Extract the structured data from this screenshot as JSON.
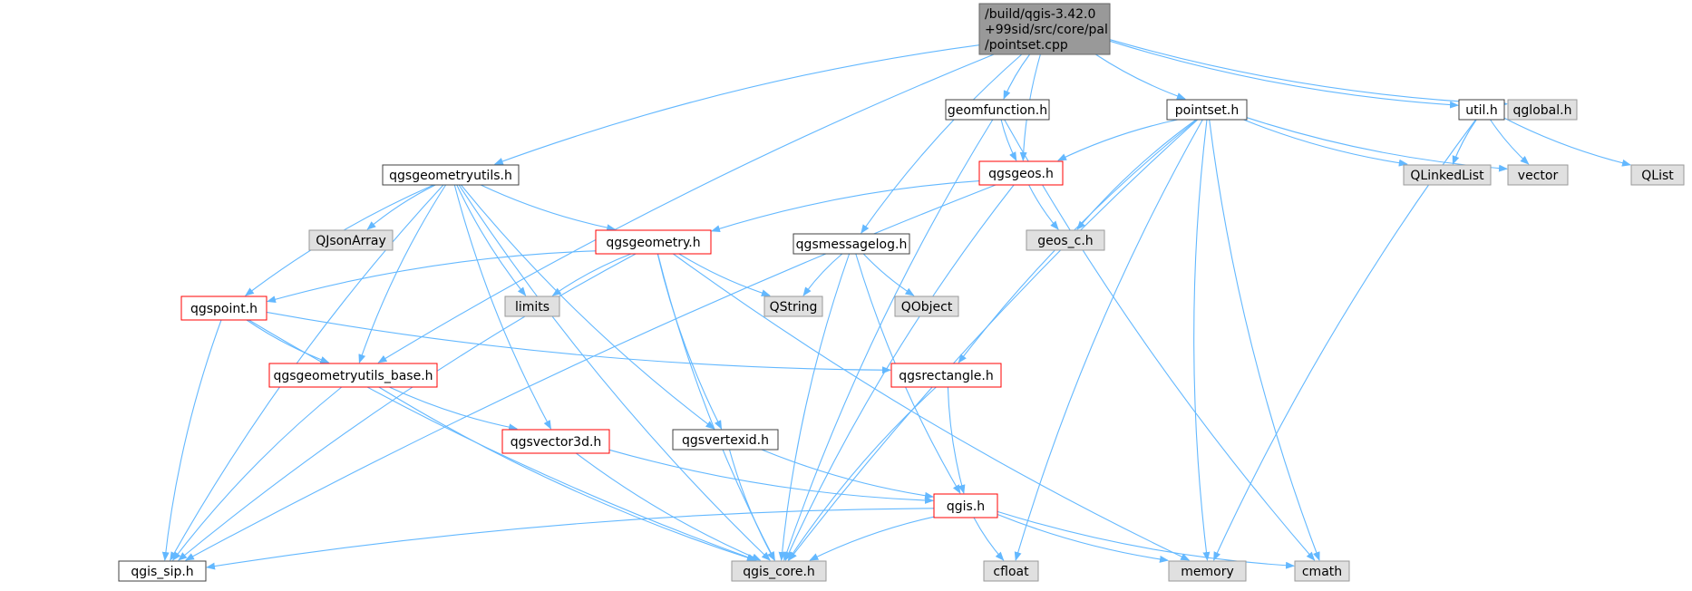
{
  "colors": {
    "edge": "#63b8ff",
    "root_fill": "#999999",
    "root_border": "#666666",
    "header_fill": "#ffffff",
    "header_border": "#404040",
    "partial_fill": "#ffffff",
    "partial_border": "#ff0000",
    "system_fill": "#e0e0e0",
    "system_border": "#999999"
  },
  "graph": {
    "nodes": [
      {
        "id": "pointset_cpp",
        "label": "/build/qgis-3.42.0\n+99sid/src/core/pal\n/pointset.cpp",
        "kind": "root"
      },
      {
        "id": "qgsgeometryutils",
        "label": "qgsgeometryutils.h",
        "kind": "header"
      },
      {
        "id": "geomfunction",
        "label": "geomfunction.h",
        "kind": "header"
      },
      {
        "id": "pointset_h",
        "label": "pointset.h",
        "kind": "header"
      },
      {
        "id": "util",
        "label": "util.h",
        "kind": "header"
      },
      {
        "id": "qglobal",
        "label": "qglobal.h",
        "kind": "system"
      },
      {
        "id": "qgsgeos",
        "label": "qgsgeos.h",
        "kind": "partial"
      },
      {
        "id": "qlinkedlist",
        "label": "QLinkedList",
        "kind": "system"
      },
      {
        "id": "vector",
        "label": "vector",
        "kind": "system"
      },
      {
        "id": "qlist",
        "label": "QList",
        "kind": "system"
      },
      {
        "id": "qjsonarray",
        "label": "QJsonArray",
        "kind": "system"
      },
      {
        "id": "qgsgeometry",
        "label": "qgsgeometry.h",
        "kind": "partial"
      },
      {
        "id": "qgsmessagelog",
        "label": "qgsmessagelog.h",
        "kind": "header"
      },
      {
        "id": "geos_c",
        "label": "geos_c.h",
        "kind": "system"
      },
      {
        "id": "limits",
        "label": "limits",
        "kind": "system"
      },
      {
        "id": "qgspoint",
        "label": "qgspoint.h",
        "kind": "partial"
      },
      {
        "id": "qstring",
        "label": "QString",
        "kind": "system"
      },
      {
        "id": "qobject",
        "label": "QObject",
        "kind": "system"
      },
      {
        "id": "qgsgeometryutils_base",
        "label": "qgsgeometryutils_base.h",
        "kind": "partial"
      },
      {
        "id": "qgsrectangle",
        "label": "qgsrectangle.h",
        "kind": "partial"
      },
      {
        "id": "qgsvector3d",
        "label": "qgsvector3d.h",
        "kind": "partial"
      },
      {
        "id": "qgsvertexid",
        "label": "qgsvertexid.h",
        "kind": "header"
      },
      {
        "id": "qgis",
        "label": "qgis.h",
        "kind": "partial"
      },
      {
        "id": "qgis_sip",
        "label": "qgis_sip.h",
        "kind": "header"
      },
      {
        "id": "qgis_core",
        "label": "qgis_core.h",
        "kind": "system"
      },
      {
        "id": "cfloat",
        "label": "cfloat",
        "kind": "system"
      },
      {
        "id": "memory",
        "label": "memory",
        "kind": "system"
      },
      {
        "id": "cmath",
        "label": "cmath",
        "kind": "system"
      }
    ],
    "edges": [
      [
        "pointset_cpp",
        "qgsgeometryutils"
      ],
      [
        "pointset_cpp",
        "geomfunction"
      ],
      [
        "pointset_cpp",
        "pointset_h"
      ],
      [
        "pointset_cpp",
        "util"
      ],
      [
        "pointset_cpp",
        "qglobal"
      ],
      [
        "pointset_cpp",
        "qgsgeos"
      ],
      [
        "pointset_cpp",
        "qgsmessagelog"
      ],
      [
        "pointset_cpp",
        "qgsgeometryutils_base"
      ],
      [
        "qgsgeometryutils",
        "qjsonarray"
      ],
      [
        "qgsgeometryutils",
        "qgsgeometry"
      ],
      [
        "qgsgeometryutils",
        "limits"
      ],
      [
        "qgsgeometryutils",
        "qgspoint"
      ],
      [
        "qgsgeometryutils",
        "qgsgeometryutils_base"
      ],
      [
        "qgsgeometryutils",
        "qgsvector3d"
      ],
      [
        "qgsgeometryutils",
        "qgsvertexid"
      ],
      [
        "qgsgeometryutils",
        "qgis_sip"
      ],
      [
        "qgsgeometryutils",
        "qgis_core"
      ],
      [
        "geomfunction",
        "qgsgeos"
      ],
      [
        "geomfunction",
        "cmath"
      ],
      [
        "geomfunction",
        "qgis_core"
      ],
      [
        "pointset_h",
        "qgsgeos"
      ],
      [
        "pointset_h",
        "qlinkedlist"
      ],
      [
        "pointset_h",
        "vector"
      ],
      [
        "pointset_h",
        "geos_c"
      ],
      [
        "pointset_h",
        "qgsrectangle"
      ],
      [
        "pointset_h",
        "cfloat"
      ],
      [
        "pointset_h",
        "memory"
      ],
      [
        "pointset_h",
        "cmath"
      ],
      [
        "pointset_h",
        "qgis_core"
      ],
      [
        "util",
        "qlinkedlist"
      ],
      [
        "util",
        "vector"
      ],
      [
        "util",
        "qlist"
      ],
      [
        "util",
        "memory"
      ],
      [
        "qgsgeos",
        "qgsgeometry"
      ],
      [
        "qgsgeos",
        "geos_c"
      ],
      [
        "qgsgeos",
        "qgis_sip"
      ],
      [
        "qgsgeos",
        "qgis_core"
      ],
      [
        "qgsgeometry",
        "qgspoint"
      ],
      [
        "qgsgeometry",
        "limits"
      ],
      [
        "qgsgeometry",
        "qstring"
      ],
      [
        "qgsgeometry",
        "qgsvertexid"
      ],
      [
        "qgsgeometry",
        "memory"
      ],
      [
        "qgsgeometry",
        "qgis_sip"
      ],
      [
        "qgsgeometry",
        "qgis_core"
      ],
      [
        "qgsmessagelog",
        "qstring"
      ],
      [
        "qgsmessagelog",
        "qobject"
      ],
      [
        "qgsmessagelog",
        "qgis"
      ],
      [
        "qgsmessagelog",
        "qgis_core"
      ],
      [
        "qgspoint",
        "qgsgeometryutils_base"
      ],
      [
        "qgspoint",
        "qgsrectangle"
      ],
      [
        "qgspoint",
        "qgis_sip"
      ],
      [
        "qgspoint",
        "qgis_core"
      ],
      [
        "qgsgeometryutils_base",
        "qgsvector3d"
      ],
      [
        "qgsgeometryutils_base",
        "qgis_sip"
      ],
      [
        "qgsgeometryutils_base",
        "qgis_core"
      ],
      [
        "qgsrectangle",
        "qgis"
      ],
      [
        "qgsrectangle",
        "qgis_core"
      ],
      [
        "qgsvector3d",
        "qgis"
      ],
      [
        "qgsvector3d",
        "qgis_core"
      ],
      [
        "qgsvertexid",
        "qgis"
      ],
      [
        "qgsvertexid",
        "qgis_core"
      ],
      [
        "qgis",
        "qgis_sip"
      ],
      [
        "qgis",
        "qgis_core"
      ],
      [
        "qgis",
        "cfloat"
      ],
      [
        "qgis",
        "memory"
      ],
      [
        "qgis",
        "cmath"
      ]
    ]
  }
}
